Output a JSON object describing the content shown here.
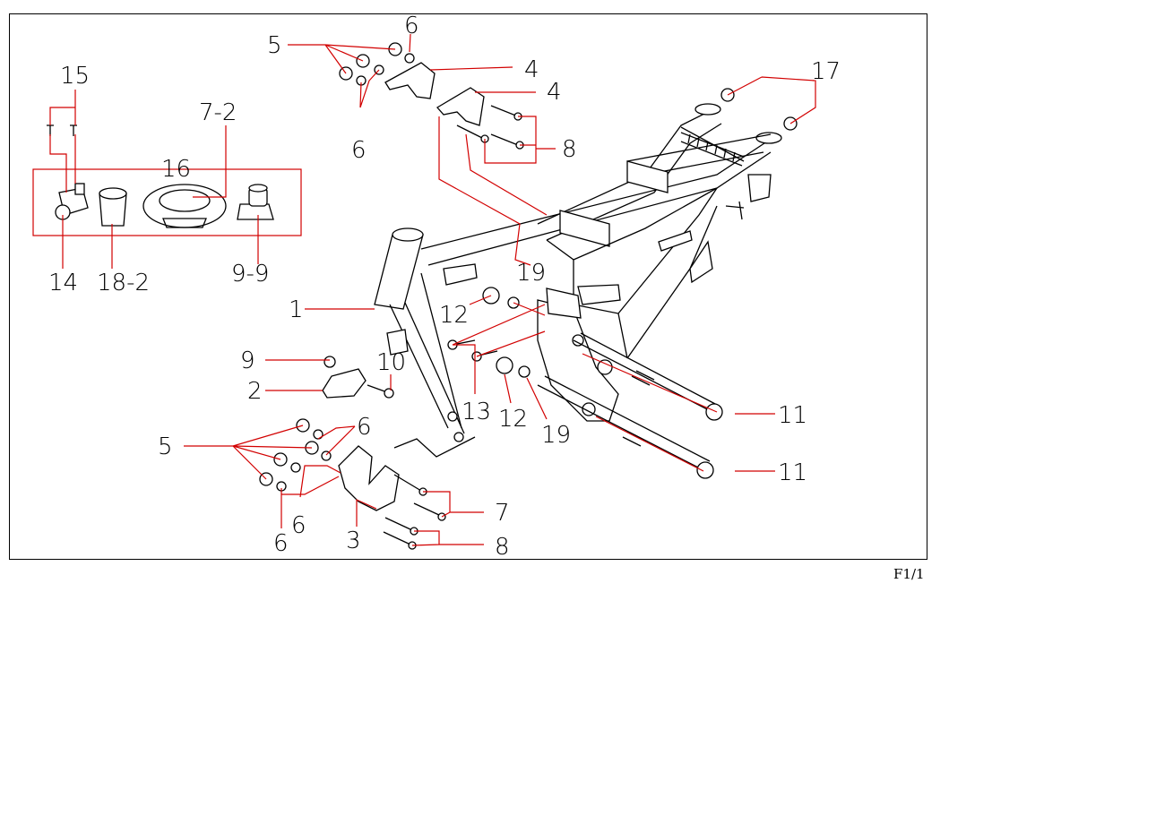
{
  "sheet_id": "F1/1",
  "callouts": [
    "1",
    "2",
    "3",
    "4",
    "4",
    "5",
    "5",
    "6",
    "6",
    "6",
    "6",
    "6",
    "7",
    "7-2",
    "8",
    "8",
    "9",
    "9-9",
    "10",
    "11",
    "11",
    "12",
    "12",
    "13",
    "14",
    "15",
    "16",
    "17",
    "18-2",
    "19",
    "19"
  ],
  "colors": {
    "leader": "#d20000",
    "linework": "#000000",
    "background": "#ffffff"
  }
}
